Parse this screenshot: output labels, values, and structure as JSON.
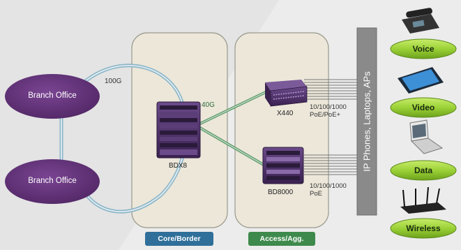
{
  "nodes": {
    "branch_top": "Branch Office",
    "branch_bottom": "Branch Office",
    "core_device": "BDX8",
    "switch_top": "X440",
    "switch_bottom": "BD8000"
  },
  "links": {
    "ring_speed": "100G",
    "uplink_speed": "40G",
    "top_ports_line1": "10/100/1000",
    "top_ports_line2": "PoE/PoE+",
    "bottom_ports_line1": "10/100/1000",
    "bottom_ports_line2": "PoE"
  },
  "zones": {
    "core": "Core/Border",
    "access": "Access/Agg."
  },
  "endpoints_bar": "IP Phones, Laptops, APs",
  "services": [
    "Voice",
    "Video",
    "Data",
    "Wireless"
  ],
  "colors": {
    "branch_fill": "#5e2f73",
    "zone_fill": "#ece7d9",
    "core_tag": "#2f6f99",
    "access_tag": "#3e8a4c",
    "pill_fill": "#9bd137",
    "device_purple": "#4d2f6a",
    "bar_gray": "#8a8a8a"
  },
  "icons": [
    "desk-phone-icon",
    "tablet-icon",
    "laptop-icon",
    "wireless-router-icon"
  ]
}
